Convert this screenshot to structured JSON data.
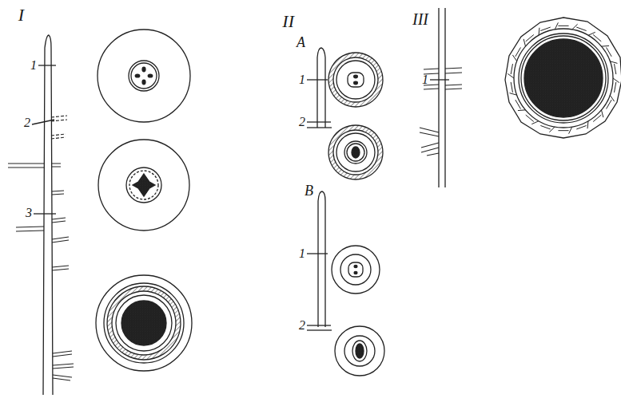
{
  "diagram": {
    "labels": [
      "I",
      "1",
      "2",
      "3",
      "II",
      "A",
      "1",
      "2",
      "B",
      "1",
      "2",
      "III",
      "1"
    ]
  }
}
